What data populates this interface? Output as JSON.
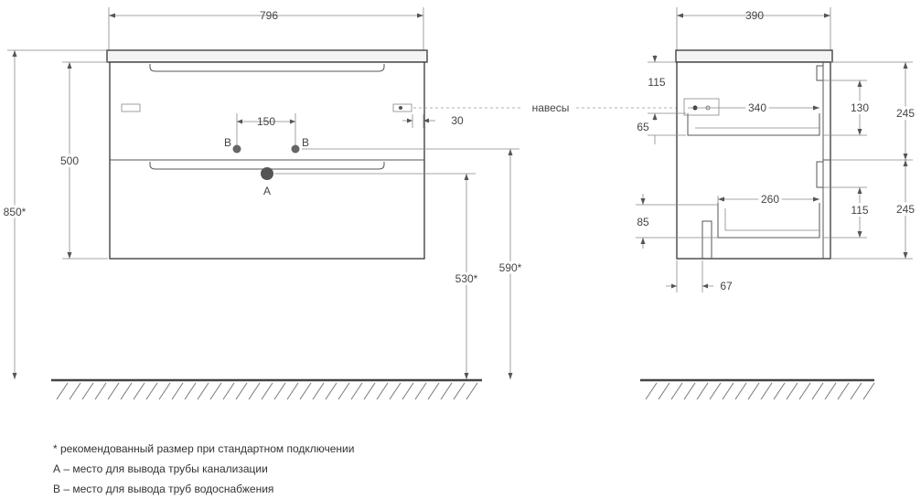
{
  "front_view": {
    "width": "796",
    "height_total": "850*",
    "body_height": "500",
    "pipe_spacing": "150",
    "hinge_offset": "30",
    "drain_height": "530*",
    "water_height": "590*",
    "label_a": "A",
    "label_b1": "B",
    "label_b2": "B"
  },
  "side_view": {
    "depth": "390",
    "d_115_top": "115",
    "d_340": "340",
    "d_130": "130",
    "d_245_upper": "245",
    "d_65": "65",
    "d_260": "260",
    "d_115_bottom": "115",
    "d_245_lower": "245",
    "d_85": "85",
    "d_67": "67"
  },
  "hinges_label": "навесы",
  "notes": [
    "* рекомендованный размер при стандартном подключении",
    "А – место для вывода трубы канализации",
    "В – место для вывода труб водоснабжения"
  ]
}
